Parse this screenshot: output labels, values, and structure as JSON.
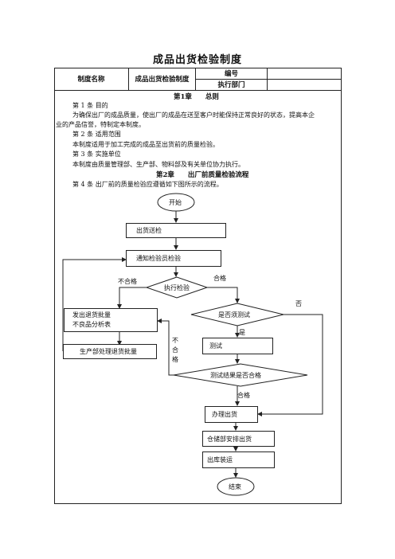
{
  "doc_title": "成品出货检验制度",
  "header": {
    "name_label": "制度名称",
    "name_value": "成品出货检验制度",
    "code_label": "编号",
    "dept_label": "执行部门"
  },
  "chapter1": "第1章　　总则",
  "art1_title": "第 1 条  目的",
  "art1_line1": "为确保出厂的成品质量，使出厂的成品在送至客户时能保持正常良好的状态，提高本企",
  "art1_line2": "业的产品信誉，特制定本制度。",
  "art2_title": "第 2 条  适用范围",
  "art2_body": "本制度适用于加工完成的成品至出货前的质量检验。",
  "art3_title": "第 3 条  实施单位",
  "art3_body": "本制度由质量管理部、生产部、物料部及有关单位协力执行。",
  "chapter2": "第2章　　出厂前质量检验流程",
  "art4": "第 4 条  出厂前的质量检验应遵循如下图所示的流程。",
  "flow": {
    "start": "开始",
    "ship_inspect": "出货送检",
    "notify": "通知检验员检验",
    "execute": "执行检验",
    "fail": "不合格",
    "pass": "合格",
    "issue_line1": "发出退货批量",
    "issue_line2": "不良品分析表",
    "need_test": "是否须测试",
    "no": "否",
    "yes": "是",
    "test": "测试",
    "fail_v1": "不",
    "fail_v2": "合",
    "fail_v3": "格",
    "production": "生产部处理退货批量",
    "test_result": "测试结果是否合格",
    "pass2": "合格",
    "handle": "办理出货",
    "warehouse": "仓储部安排出货",
    "loading": "出库装运",
    "end": "结束"
  }
}
